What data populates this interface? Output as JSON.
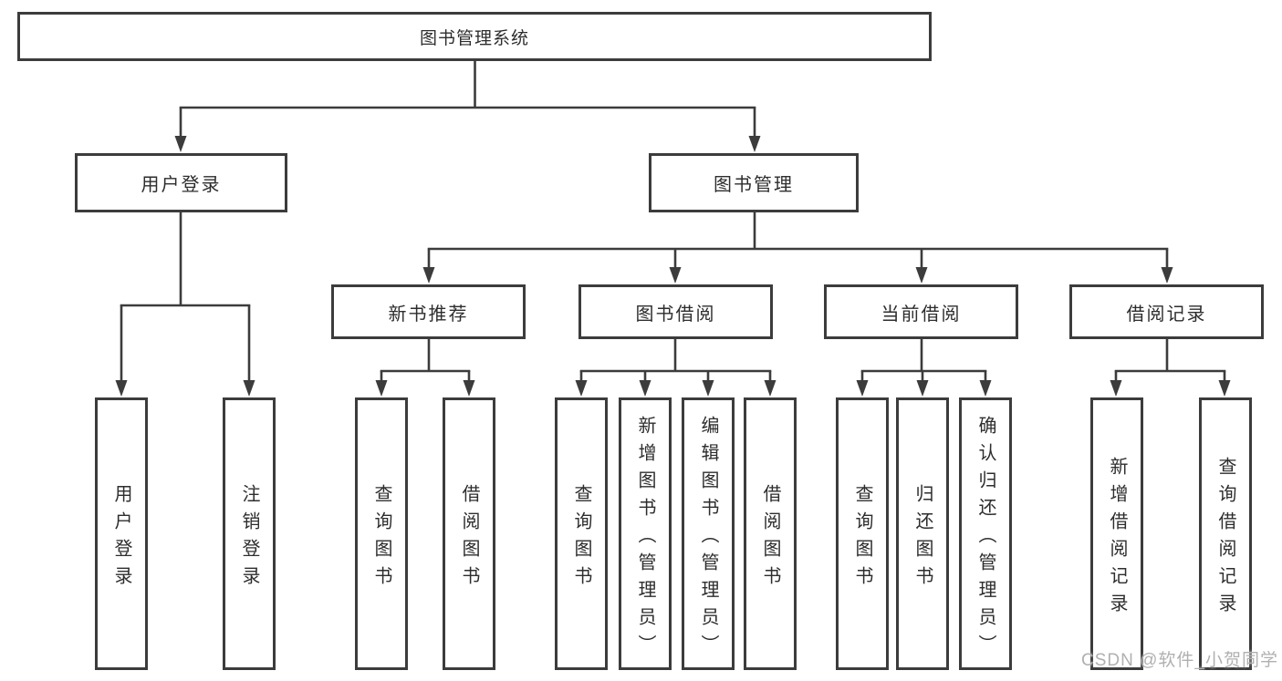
{
  "diagram": {
    "root": "图书管理系统",
    "branches": [
      {
        "label": "用户登录",
        "children": [
          "用户登录",
          "注销登录"
        ]
      },
      {
        "label": "图书管理",
        "sections": [
          {
            "label": "新书推荐",
            "children": [
              "查询图书",
              "借阅图书"
            ]
          },
          {
            "label": "图书借阅",
            "children": [
              "查询图书",
              "新增图书（管理员）",
              "编辑图书（管理员）",
              "借阅图书"
            ]
          },
          {
            "label": "当前借阅",
            "children": [
              "查询图书",
              "归还图书",
              "确认归还（管理员）"
            ]
          },
          {
            "label": "借阅记录",
            "children": [
              "新增借阅记录",
              "查询借阅记录"
            ]
          }
        ]
      }
    ]
  },
  "watermark": "CSDN @软件_小贺同学",
  "colors": {
    "line": "#3c3c3c",
    "text": "#2d2d2d",
    "watermark": "#b0b0b0",
    "background": "#ffffff"
  }
}
